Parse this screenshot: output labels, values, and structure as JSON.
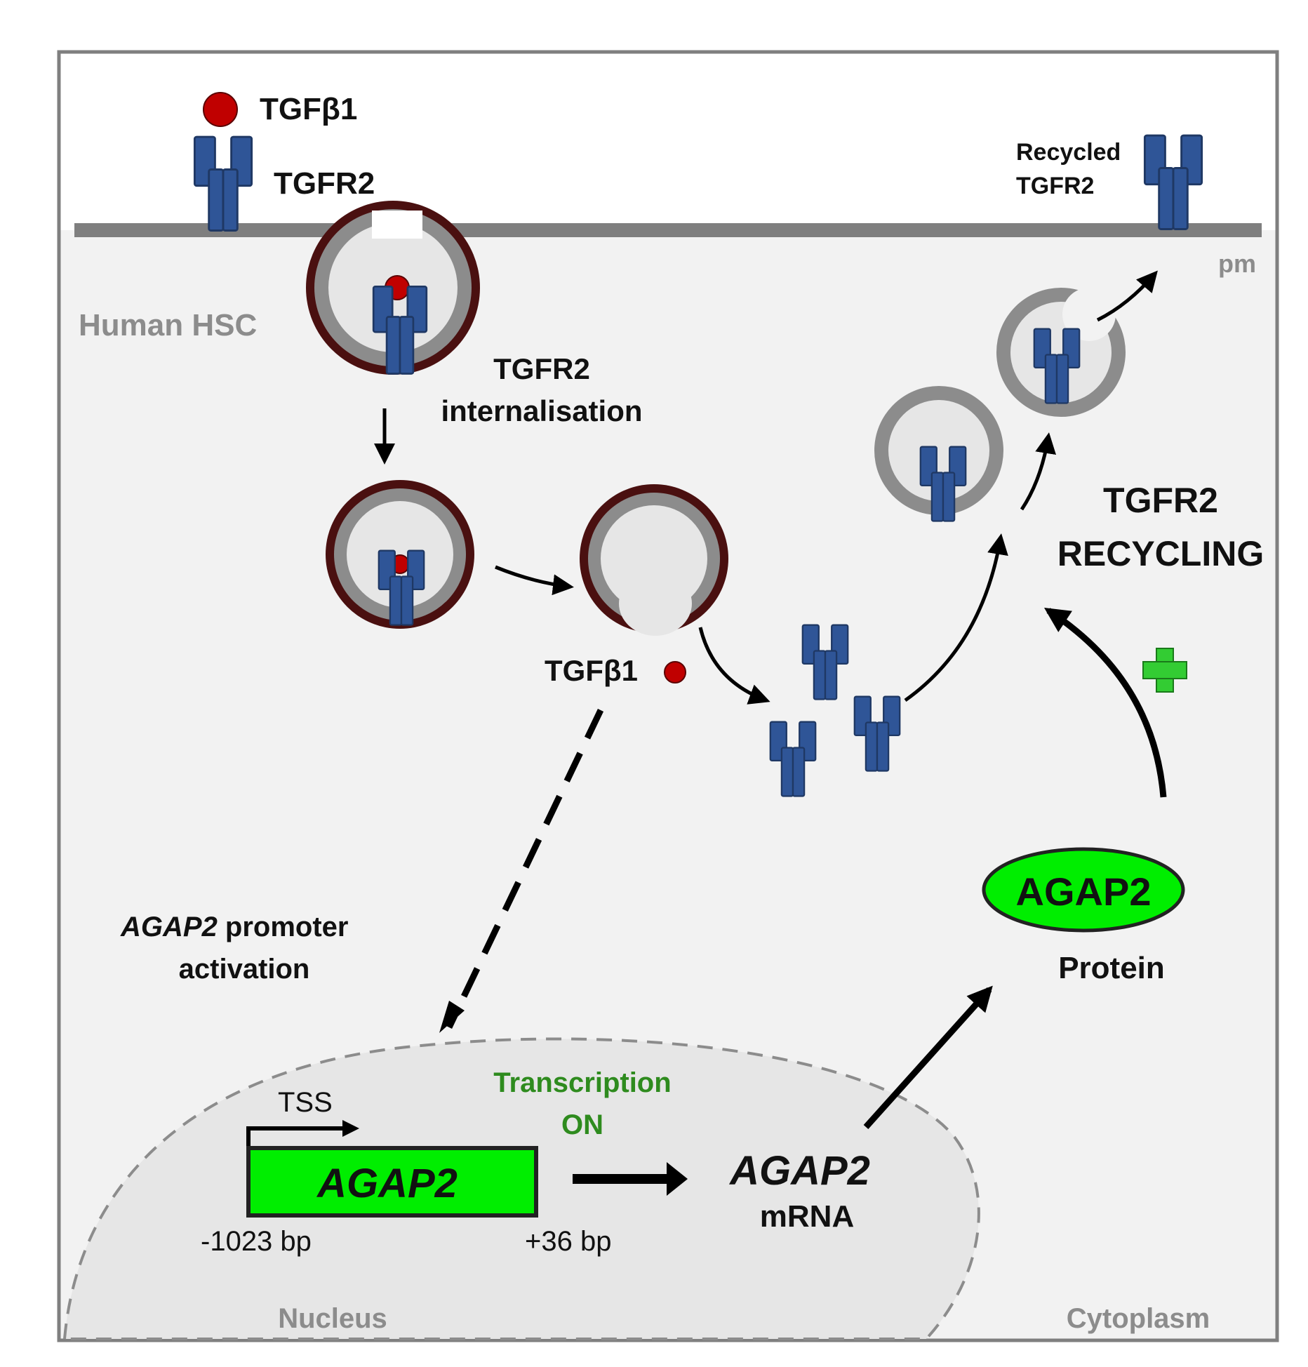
{
  "labels": {
    "tgfb1_top": "TGFβ1",
    "tgfr2_top": "TGFR2",
    "recycled_line1": "Recycled",
    "recycled_line2": "TGFR2",
    "pm": "pm",
    "human_hsc": "Human  HSC",
    "internalisation_line1": "TGFR2",
    "internalisation_line2": "internalisation",
    "recycling_line1": "TGFR2",
    "recycling_line2": "RECYCLING",
    "tgfb1_released": "TGFβ1",
    "promoter_gene": "AGAP2",
    "promoter_rest": " promoter",
    "promoter_line2": "activation",
    "agap2_protein": "AGAP2",
    "protein": "Protein",
    "transcription_line1": "Transcription",
    "transcription_line2": "ON",
    "tss": "TSS",
    "agap2_gene": "AGAP2",
    "bp_start": "-1023 bp",
    "bp_end": "+36 bp",
    "mrna_gene": "AGAP2",
    "mrna": "mRNA",
    "nucleus": "Nucleus",
    "cytoplasm": "Cytoplasm"
  },
  "colors": {
    "receptor": "#2f5597",
    "receptor_outline": "#1f3864",
    "ligand": "#c00000",
    "membrane": "#7f7f7f",
    "cytoplasm_fill": "#f2f2f2",
    "nucleus_fill": "#e6e6e6",
    "endosome_outer": "#4a1010",
    "green_box": "#00ee00",
    "plus": "#33cc33",
    "frame": "#7f7f7f"
  }
}
